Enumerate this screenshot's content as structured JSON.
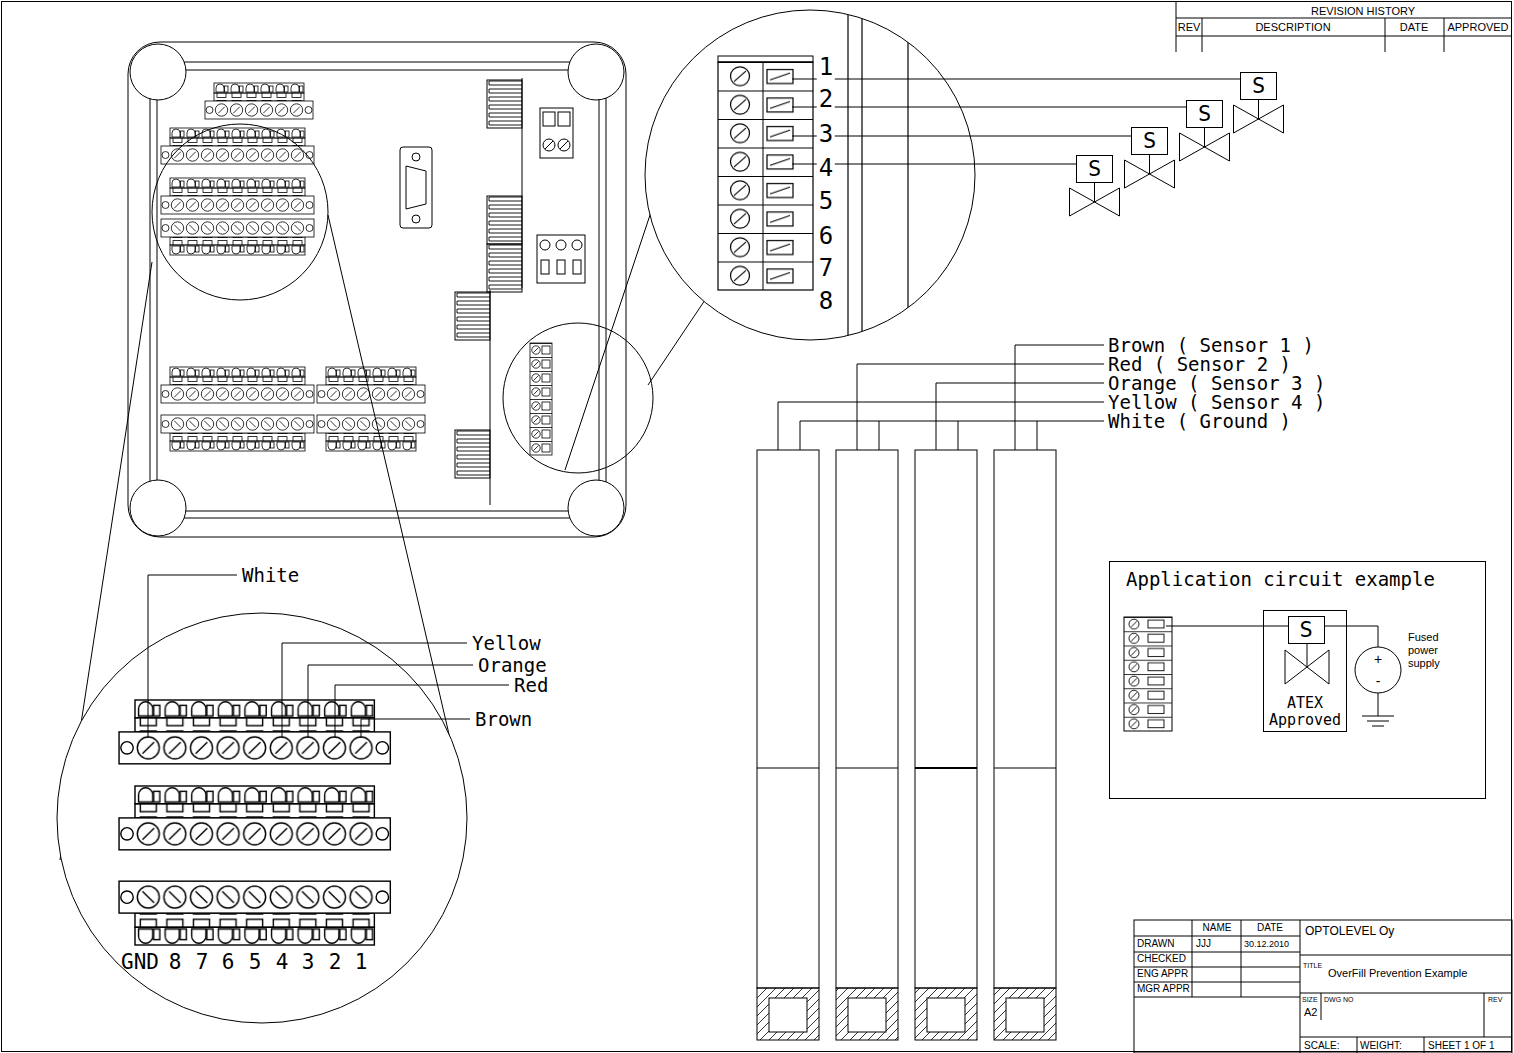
{
  "diagram": {
    "nodes": [
      {
        "text": [
          "S"
        ]
      },
      {
        "text": [
          "S"
        ]
      },
      {
        "text": [
          "S"
        ]
      },
      {
        "text": [
          "S"
        ]
      },
      {
        "text": [
          "Application circuit example"
        ]
      },
      {
        "text": [
          "ATEX Approved"
        ],
        "in": 4
      },
      {
        "text": [
          "S"
        ],
        "in": 5
      }
    ],
    "labels": [
      "REVISION HISTORY",
      "REV",
      "DESCRIPTION",
      "DATE",
      "APPROVED",
      "1",
      "2",
      "3",
      "4",
      "5",
      "6",
      "7",
      "8",
      "Brown ( Sensor 1 )",
      "Red ( Sensor 2 )",
      "Orange ( Sensor 3 )",
      "Yellow ( Sensor 4 )",
      "White ( Ground )",
      "White",
      "Yellow",
      "Orange",
      "Red",
      "Brown",
      "GND",
      "8",
      "7",
      "6",
      "5",
      "4",
      "3",
      "2",
      "1",
      "+",
      "-",
      "Fused power supply",
      "NAME",
      "DATE",
      "DRAWN",
      "JJJ",
      "30.12.2010",
      "CHECKED",
      "ENG APPR",
      "MGR APPR",
      "OPTOLEVEL Oy",
      "TITLE",
      "OverFill Prevention Example",
      "SIZE",
      "DWG NO",
      "A2",
      "REV",
      "SCALE:",
      "WEIGHT:",
      "SHEET 1 OF 1"
    ]
  }
}
